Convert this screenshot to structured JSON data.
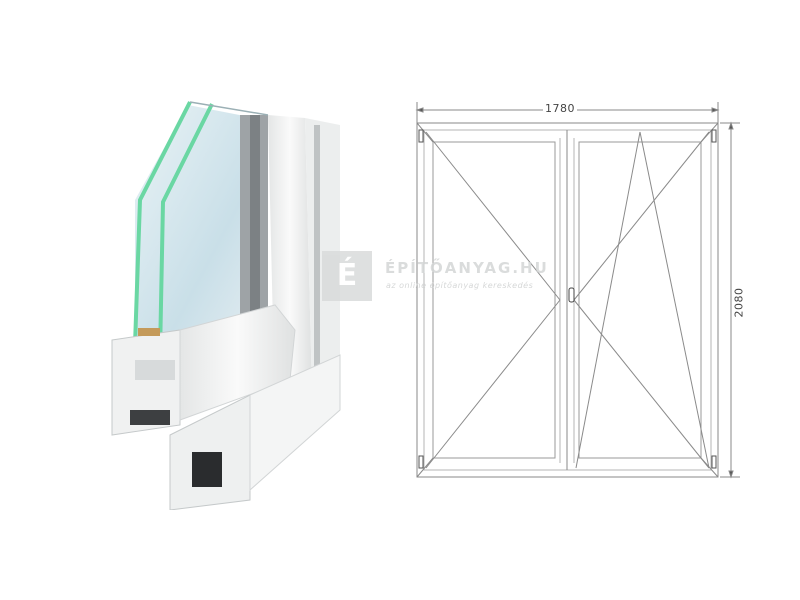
{
  "product": {
    "profile_image": "pvc-window-profile-cross-section",
    "drawing": {
      "type": "double-casement-window-elevation",
      "left_sash": "side-hung",
      "right_sash": "tilt-and-turn",
      "width_label": "1780",
      "height_label": "2080"
    }
  },
  "watermark": {
    "logo_letter": "É",
    "title": "ÉPÍTŐANYAG.HU",
    "subtitle": "az online építőanyag kereskedés"
  },
  "colors": {
    "glass_edge": "#5fd39a",
    "pvc_white": "#f2f3f3",
    "line": "#8a8a8a",
    "watermark": "#d9dbdb"
  }
}
